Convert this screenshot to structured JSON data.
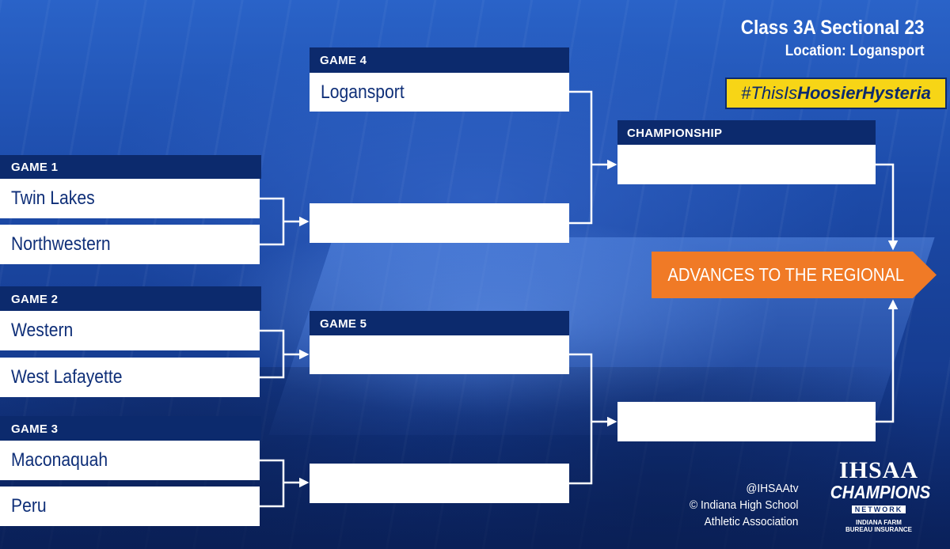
{
  "title": {
    "main": "Class 3A Sectional 23",
    "location": "Location: Logansport"
  },
  "hashtag": {
    "prefix": "#ThisIs",
    "emphasis": "HoosierHysteria"
  },
  "games": {
    "game1": {
      "label": "GAME 1",
      "team_top": "Twin Lakes",
      "team_bottom": "Northwestern"
    },
    "game2": {
      "label": "GAME 2",
      "team_top": "Western",
      "team_bottom": "West Lafayette"
    },
    "game3": {
      "label": "GAME 3",
      "team_top": "Maconaquah",
      "team_bottom": "Peru"
    },
    "game4": {
      "label": "GAME 4",
      "team_top": "Logansport",
      "team_bottom": ""
    },
    "game5": {
      "label": "GAME 5",
      "team_top": "",
      "team_bottom": ""
    },
    "championship": {
      "label": "CHAMPIONSHIP",
      "team_top": "",
      "team_bottom": ""
    }
  },
  "advances_label": "ADVANCES TO THE REGIONAL",
  "credits": {
    "handle": "@IHSAAtv",
    "copyright_line1": "© Indiana High School",
    "copyright_line2": "Athletic Association"
  },
  "logo": {
    "top": "IHSAA",
    "middle": "CHAMPIONS",
    "network": "NETWORK",
    "sponsor_line1": "INDIANA FARM",
    "sponsor_line2": "BUREAU INSURANCE"
  },
  "colors": {
    "panel_navy": "#0c2a6d",
    "team_text": "#0f2f78",
    "advance_orange": "#f07a26",
    "hashtag_yellow": "#f7d516"
  }
}
